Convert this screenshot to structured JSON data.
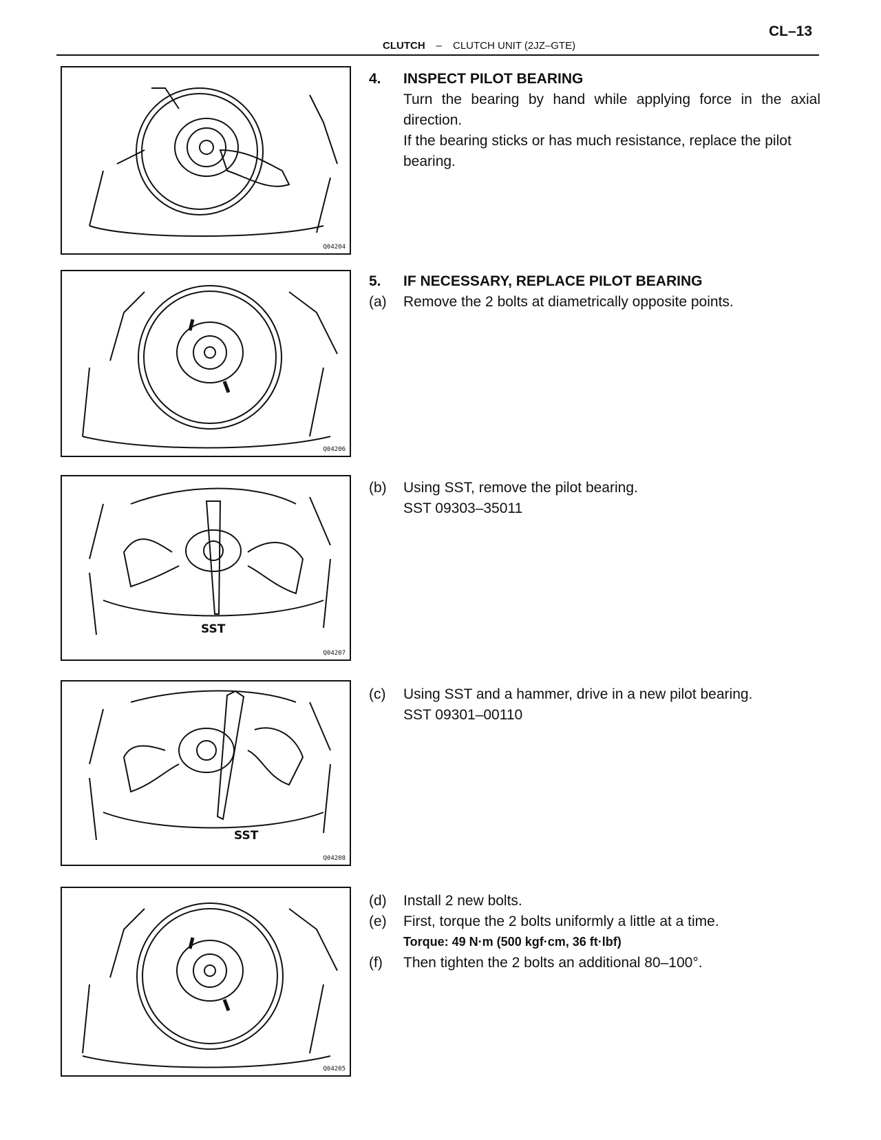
{
  "header": {
    "page_number": "CL–13",
    "section": "CLUTCH",
    "separator": "–",
    "subsection": "CLUTCH UNIT (2JZ–GTE)"
  },
  "figures": [
    {
      "code": "Q04204"
    },
    {
      "code": "Q04206"
    },
    {
      "code": "Q04207",
      "label": "SST"
    },
    {
      "code": "Q04208",
      "label": "SST"
    },
    {
      "code": "Q04205"
    }
  ],
  "steps": {
    "s4": {
      "number": "4.",
      "heading": "INSPECT PILOT BEARING",
      "line1": "Turn the bearing by hand while applying force in the axial direction.",
      "line2": "If the bearing sticks or has much resistance, replace the pilot bearing."
    },
    "s5": {
      "number": "5.",
      "heading": "IF NECESSARY, REPLACE PILOT BEARING",
      "a_label": "(a)",
      "a_text": "Remove the 2 bolts at diametrically opposite points.",
      "b_label": "(b)",
      "b_text": "Using SST, remove the pilot bearing.",
      "b_sst": "SST 09303–35011",
      "c_label": "(c)",
      "c_text": "Using SST and a hammer, drive in a new pilot bearing.",
      "c_sst": "SST 09301–00110",
      "d_label": "(d)",
      "d_text": "Install 2 new bolts.",
      "e_label": "(e)",
      "e_text": "First, torque the 2 bolts uniformly a little at a time.",
      "e_torque": "Torque: 49 N·m (500 kgf·cm, 36 ft·lbf)",
      "f_label": "(f)",
      "f_text": "Then tighten the 2 bolts an additional 80–100°."
    }
  }
}
